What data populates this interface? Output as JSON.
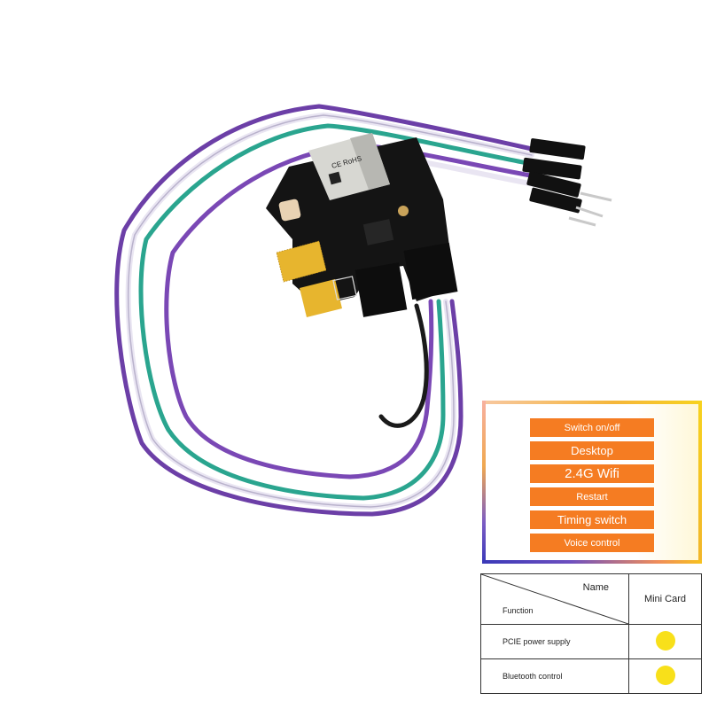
{
  "board": {
    "chip_marks": [
      "CE",
      "RoHS"
    ]
  },
  "feature_panel": {
    "items": [
      "Switch on/off",
      "Desktop",
      "2.4G Wifi",
      "Restart",
      "Timing switch",
      "Voice control"
    ],
    "colors": {
      "item_bg": "#f57c22",
      "item_text": "#ffffff"
    }
  },
  "compare_table": {
    "header_name": "Name",
    "header_function": "Function",
    "column_title": "Mini Card",
    "rows": [
      {
        "label": "PCIE power supply",
        "supported": true
      },
      {
        "label": "Bluetooth control",
        "supported": true
      }
    ],
    "colors": {
      "dot": "#f8e01a"
    }
  }
}
